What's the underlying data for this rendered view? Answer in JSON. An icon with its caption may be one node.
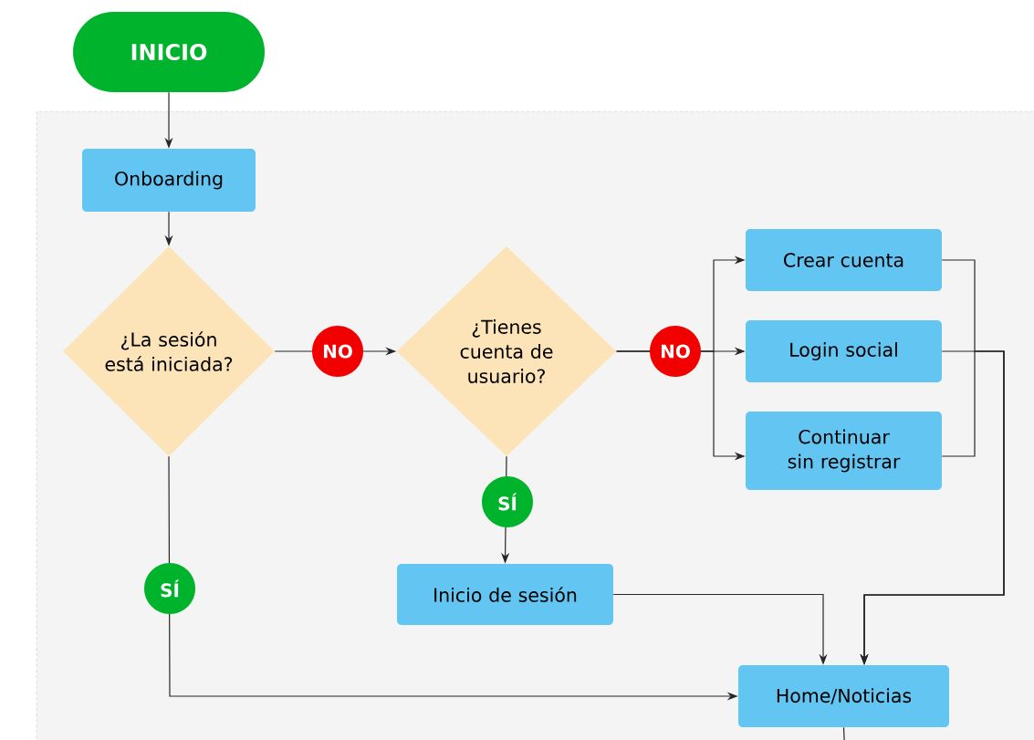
{
  "diagram": {
    "nodes": [
      {
        "text": [
          "INICIO"
        ]
      },
      {
        "text": [],
        "shape": "box"
      },
      {
        "text": [
          "Onboarding"
        ],
        "in": 1
      },
      {
        "text": [
          "¿La sesión está iniciada?"
        ],
        "in": 1
      },
      {
        "text": [
          "¿Tienes cuenta de usuario?"
        ],
        "in": 1
      },
      {
        "text": [
          "Crear cuenta"
        ],
        "in": 1
      },
      {
        "text": [
          "Login social"
        ],
        "in": 1
      },
      {
        "text": [
          "Continuar sin registrar"
        ],
        "in": 1
      },
      {
        "text": [
          "Inicio de sesión"
        ],
        "in": 1
      },
      {
        "text": [
          "Home/Noticias"
        ],
        "in": 1
      }
    ],
    "edges": [
      {
        "from": 0,
        "to": 2,
        "arrow": "to"
      },
      {
        "from": 2,
        "to": 3,
        "arrow": "to"
      },
      {
        "from": 3,
        "to": 4,
        "arrow": "to",
        "label": "NO"
      },
      {
        "from": 4,
        "to": 5,
        "arrow": "to"
      },
      {
        "from": 4,
        "to": 6,
        "arrow": "to",
        "label": "NO"
      },
      {
        "from": 4,
        "to": 7,
        "arrow": "to"
      },
      {
        "from": 4,
        "to": 8,
        "arrow": "to",
        "label": "SÍ"
      },
      {
        "from": 3,
        "to": 9,
        "arrow": "to",
        "label": "SÍ"
      },
      {
        "from": 8,
        "to": 9,
        "arrow": "to"
      },
      {
        "from": 5,
        "to": 9,
        "arrow": "to"
      },
      {
        "from": 6,
        "to": 9,
        "arrow": "to"
      },
      {
        "from": 7,
        "to": 9,
        "arrow": "to"
      },
      {
        "from": 9,
        "to": null,
        "arrow": "none"
      }
    ]
  }
}
